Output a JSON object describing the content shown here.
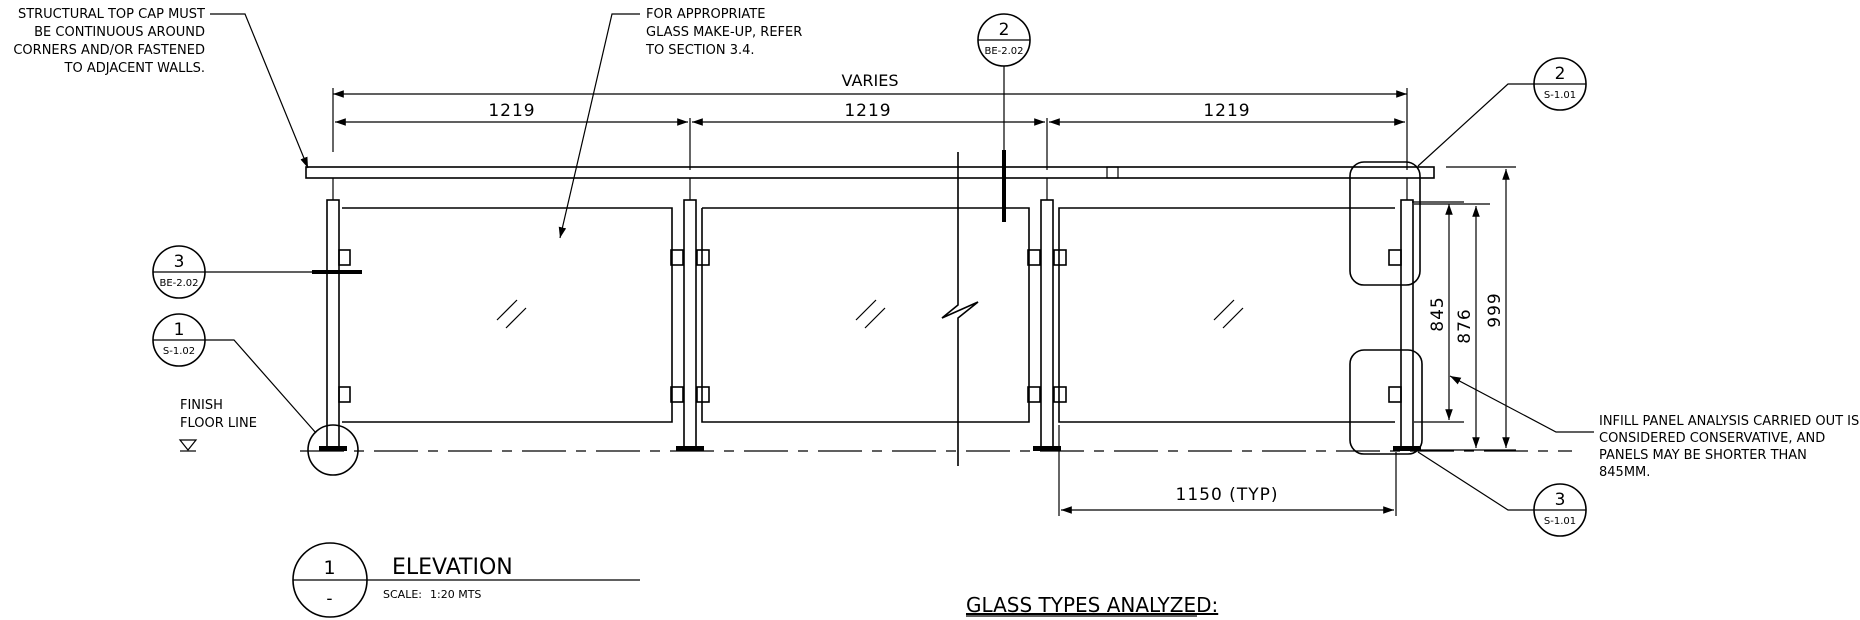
{
  "notes": {
    "top_cap": [
      "STRUCTURAL TOP CAP MUST",
      "BE CONTINUOUS AROUND",
      "CORNERS AND/OR FASTENED",
      "TO ADJACENT WALLS."
    ],
    "glass_makeup": [
      "FOR APPROPRIATE",
      "GLASS MAKE-UP, REFER",
      "TO SECTION 3.4."
    ],
    "finish_floor": [
      "FINISH",
      "FLOOR LINE"
    ],
    "infill": [
      "INFILL PANEL ANALYSIS CARRIED OUT IS",
      "CONSIDERED CONSERVATIVE, AND",
      "PANELS MAY BE SHORTER THAN",
      "845MM."
    ]
  },
  "dimensions": {
    "overall": "VARIES",
    "bay_1": "1219",
    "bay_2": "1219",
    "bay_3": "1219",
    "panel": "1150 (TYP)",
    "h_845": "845",
    "h_876": "876",
    "h_999": "999"
  },
  "callouts": {
    "top": {
      "num": "2",
      "sheet": "BE-2.02"
    },
    "left_upper": {
      "num": "3",
      "sheet": "BE-2.02"
    },
    "left_lower": {
      "num": "1",
      "sheet": "S-1.02"
    },
    "right_upper": {
      "num": "2",
      "sheet": "S-1.01"
    },
    "right_lower": {
      "num": "3",
      "sheet": "S-1.01"
    }
  },
  "title_block": {
    "num": "1",
    "sheet": "-",
    "title": "ELEVATION",
    "scale_label": "SCALE:",
    "scale_value": "1:20 MTS"
  },
  "glass_types_heading": "GLASS TYPES ANALYZED:"
}
